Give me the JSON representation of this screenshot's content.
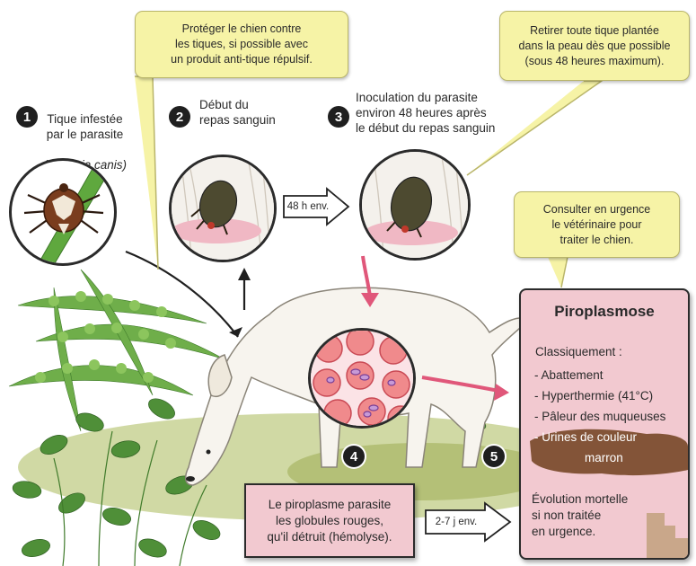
{
  "callouts": {
    "protect": "Protéger le chien contre\nles tiques, si possible avec\nun produit anti-tique répulsif.",
    "remove": "Retirer toute tique plantée\ndans la peau dès que possible\n(sous 48 heures maximum).",
    "vet": "Consulter en urgence\nle vétérinaire pour\ntraiter le chien."
  },
  "steps": [
    {
      "number": "1",
      "text": "Tique infestée\npar le parasite",
      "italic": "(Babesia canis)"
    },
    {
      "number": "2",
      "text": "Début du\nrepas sanguin"
    },
    {
      "number": "3",
      "text": "Inoculation du parasite\nenviron 48 heures après\nle début du repas sanguin"
    },
    {
      "number": "4"
    },
    {
      "number": "5"
    }
  ],
  "durations": {
    "first": "48 h env.",
    "second": "2-7 j env."
  },
  "hemolysis_box": "Le piroplasme parasite\nles globules rouges,\nqu'il détruit (hémolyse).",
  "disease_panel": {
    "title": "Piroplasmose",
    "subtitle": "Classiquement :",
    "symptoms": [
      "- Abattement",
      "- Hyperthermie (41°C)",
      "- Pâleur des muqueuses",
      "- Urines de couleur",
      "marron"
    ],
    "evolution": "Évolution mortelle\nsi non traitée\nen urgence."
  },
  "colors": {
    "callout": "#f6f3a6",
    "panel": "#f2c9d0",
    "arrow_pink": "#e0577a",
    "urine": "#7a4a2a",
    "plant_green": "#5a9a3a"
  }
}
